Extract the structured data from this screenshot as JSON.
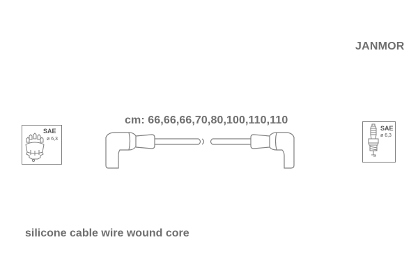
{
  "brand": "JANMOR",
  "cable_lengths": "cm: 66,66,66,70,80,100,110,110",
  "description": "silicone cable wire wound core",
  "distributor_box": {
    "standard": "SAE",
    "diameter": "ø 6,3",
    "icon": "distributor-cap-icon"
  },
  "spark_plug_box": {
    "standard": "SAE",
    "diameter": "ø 6,3",
    "icon": "spark-plug-icon"
  },
  "colors": {
    "line": "#808080",
    "text": "#6f6f6f"
  }
}
